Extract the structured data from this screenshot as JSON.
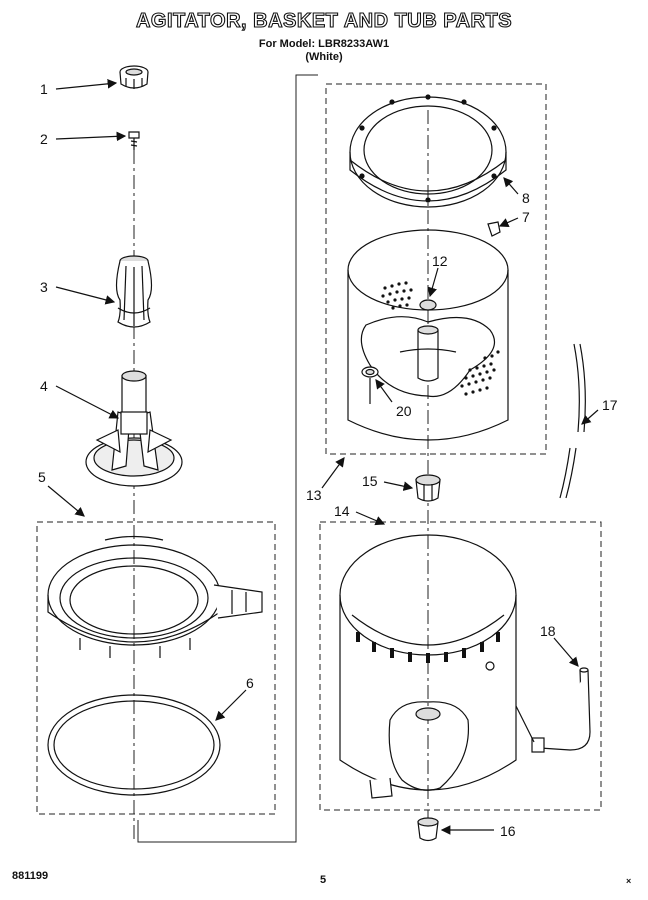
{
  "header": {
    "title": "AGITATOR, BASKET AND TUB PARTS",
    "model_line": "For Model: LBR8233AW1",
    "color_line": "(White)"
  },
  "footer": {
    "code": "881199",
    "page": "5",
    "mark": "×"
  },
  "callouts": {
    "c1": "1",
    "c2": "2",
    "c3": "3",
    "c4": "4",
    "c5": "5",
    "c6": "6",
    "c7": "7",
    "c8": "8",
    "c12": "12",
    "c13": "13",
    "c14": "14",
    "c15": "15",
    "c16": "16",
    "c17": "17",
    "c18": "18",
    "c20": "20"
  }
}
